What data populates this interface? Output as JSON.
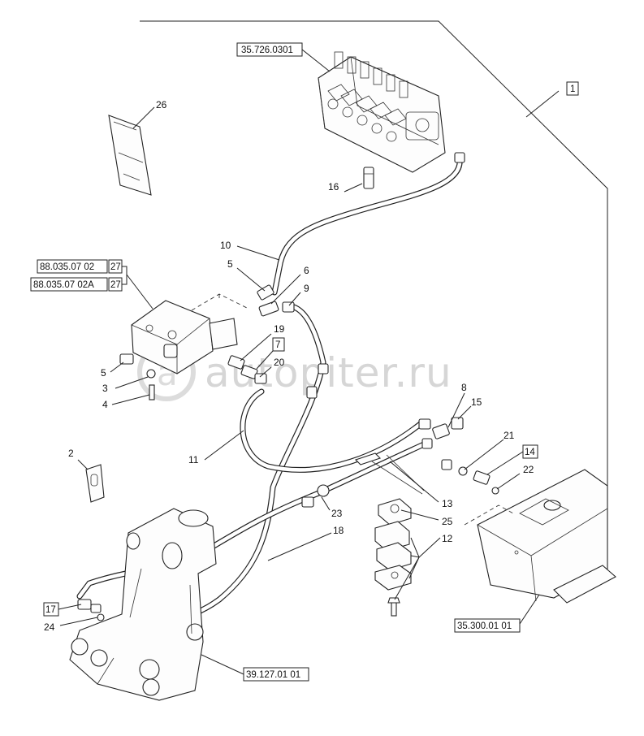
{
  "watermark": "autopiter.ru",
  "ref_labels": {
    "valve_block": "35.726.0301",
    "filter_1": "88.035.07 02",
    "filter_2": "88.035.07 02A",
    "filter_item": "27",
    "kit_item": "1",
    "item_7": "7",
    "item_14": "14",
    "item_17": "17",
    "tank": "35.300.01 01",
    "frame": "39.127.01 01"
  },
  "callouts": {
    "c1": "26",
    "c2": "16",
    "c3": "10",
    "c4": "5",
    "c5": "6",
    "c6": "9",
    "c7": "19",
    "c8": "20",
    "c9": "5",
    "c10": "3",
    "c11": "4",
    "c12": "11",
    "c13": "2",
    "c14": "8",
    "c15": "15",
    "c16": "21",
    "c17": "22",
    "c18": "13",
    "c19": "25",
    "c20": "12",
    "c21": "23",
    "c22": "18",
    "c23": "24"
  }
}
